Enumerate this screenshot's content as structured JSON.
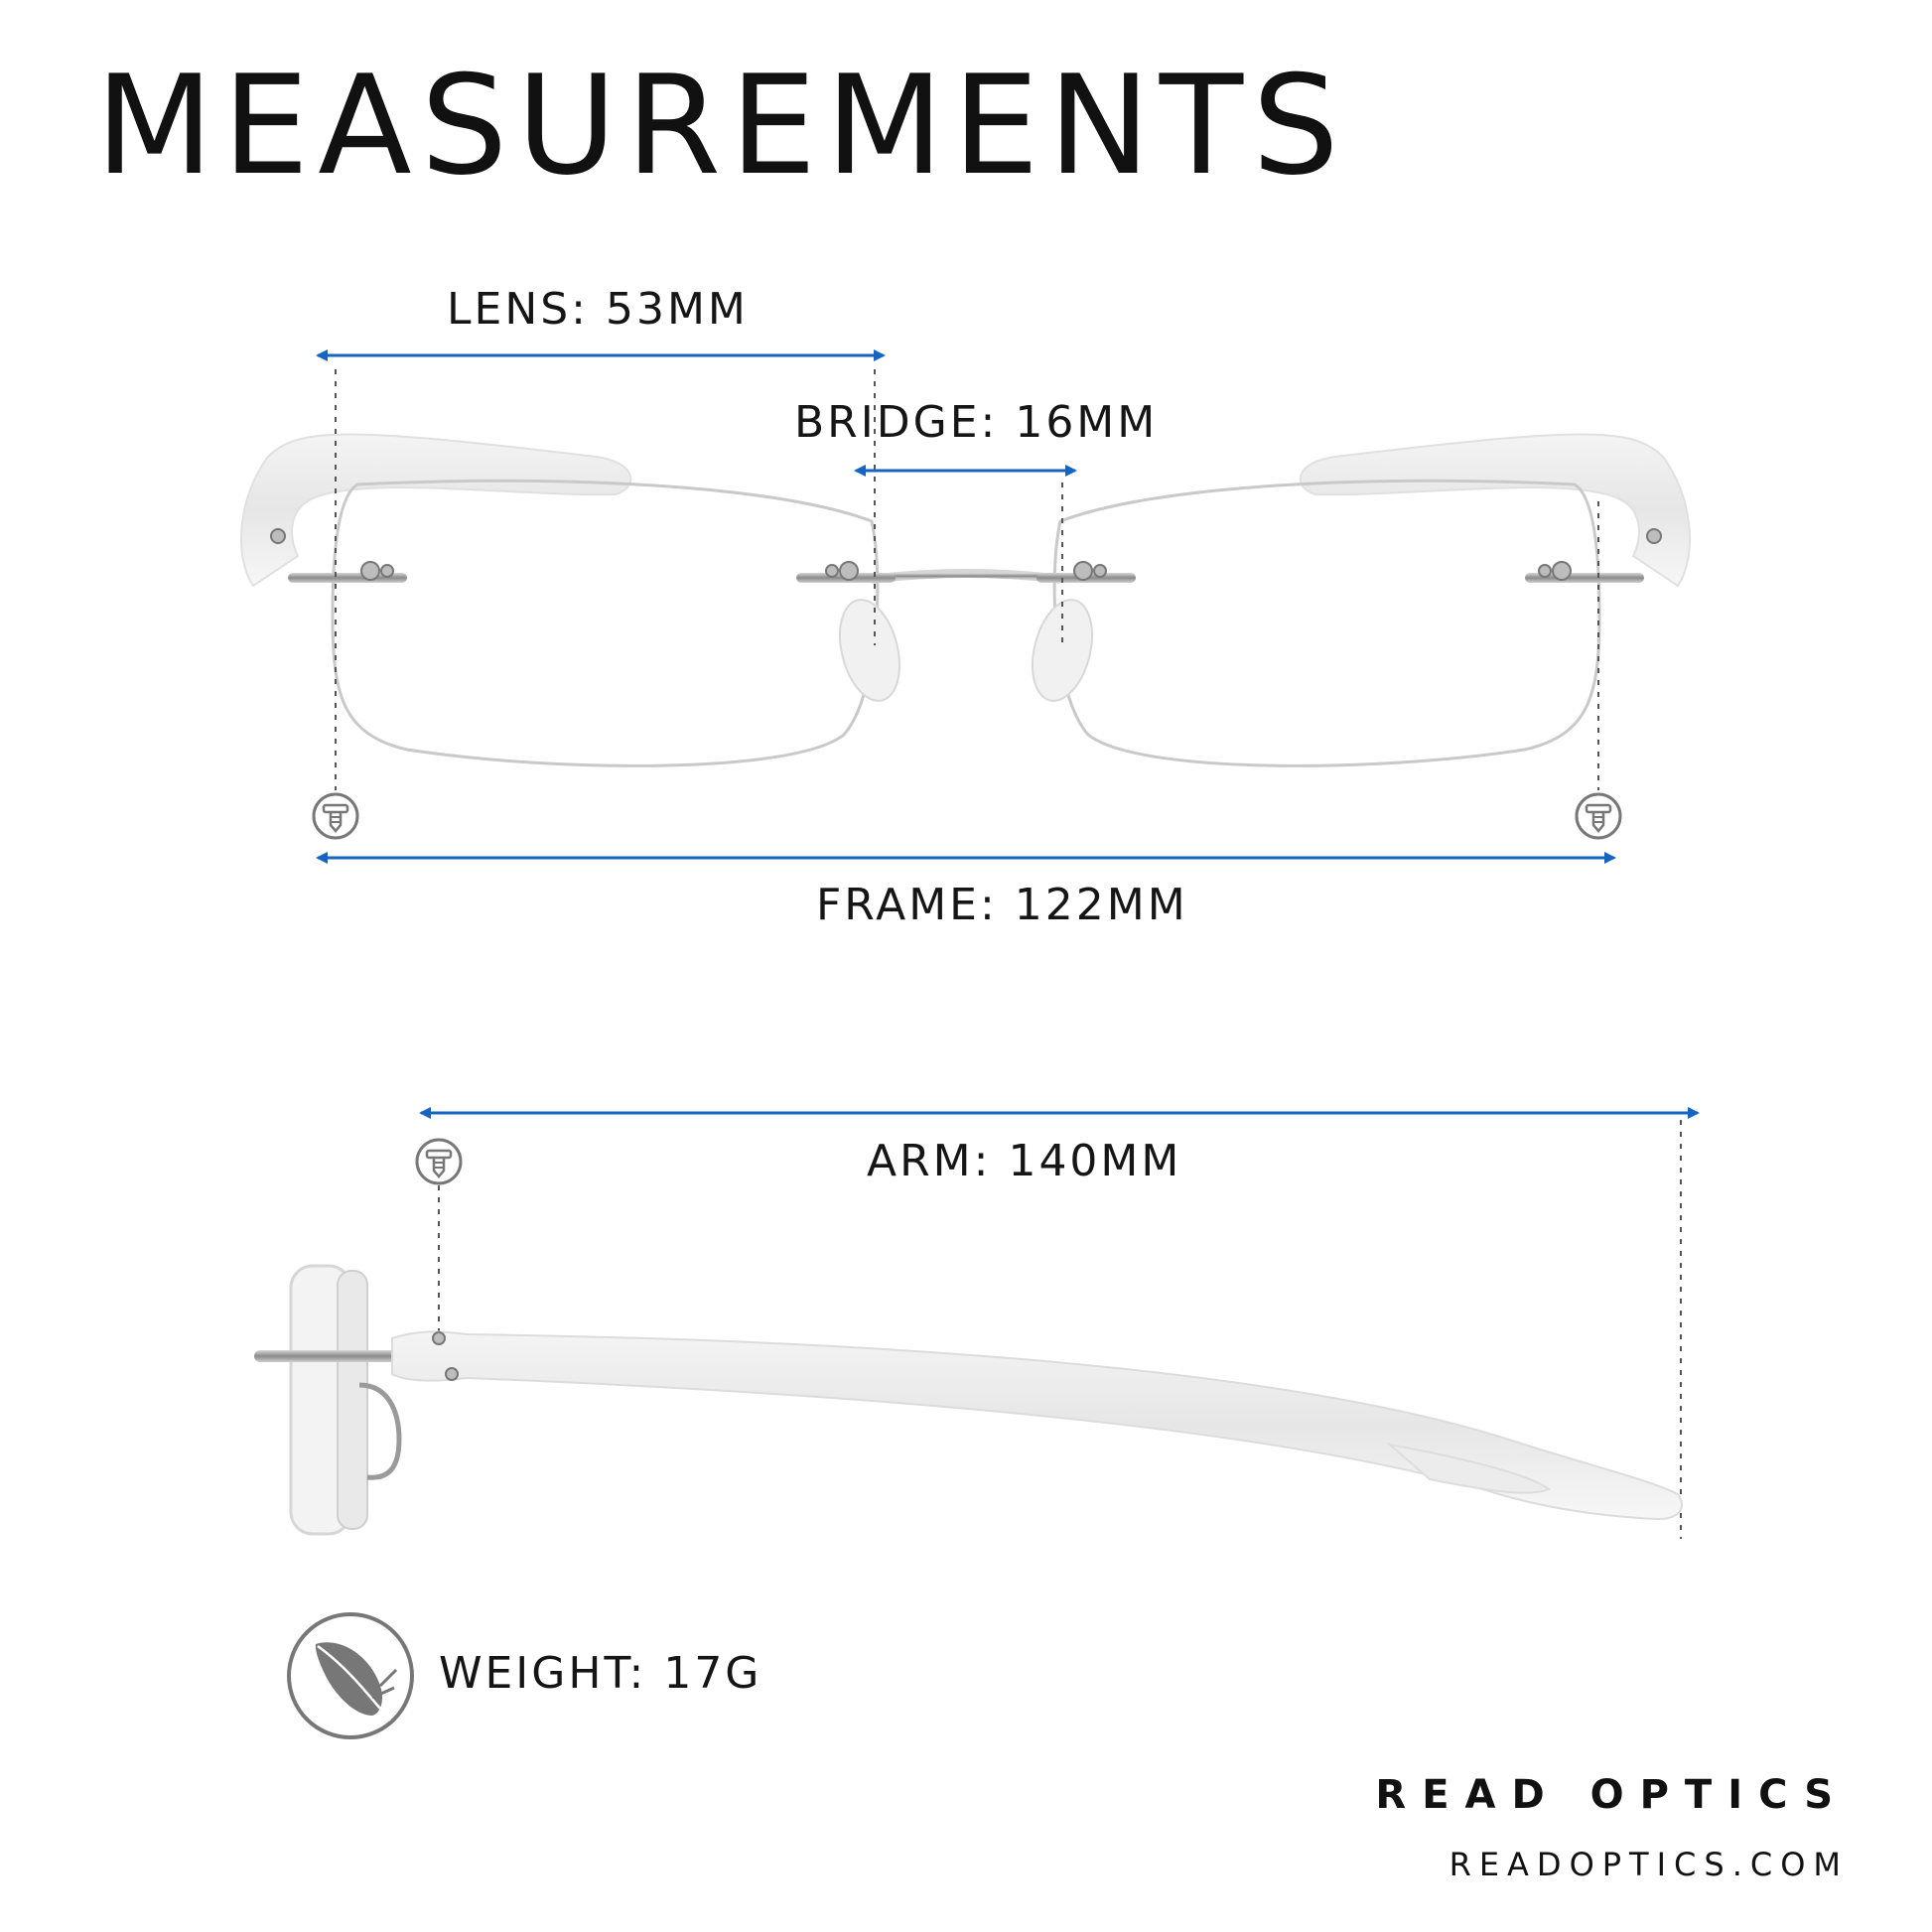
{
  "title": "MEASUREMENTS",
  "measurements": {
    "lens": "LENS: 53MM",
    "bridge": "BRIDGE: 16MM",
    "frame": "FRAME: 122MM",
    "arm": "ARM: 140MM",
    "weight": "WEIGHT: 17G"
  },
  "brand": {
    "name": "READ OPTICS",
    "url": "READOPTICS.COM"
  },
  "colors": {
    "arrow": "#1565c0",
    "guide": "#555555",
    "text": "#151515"
  }
}
